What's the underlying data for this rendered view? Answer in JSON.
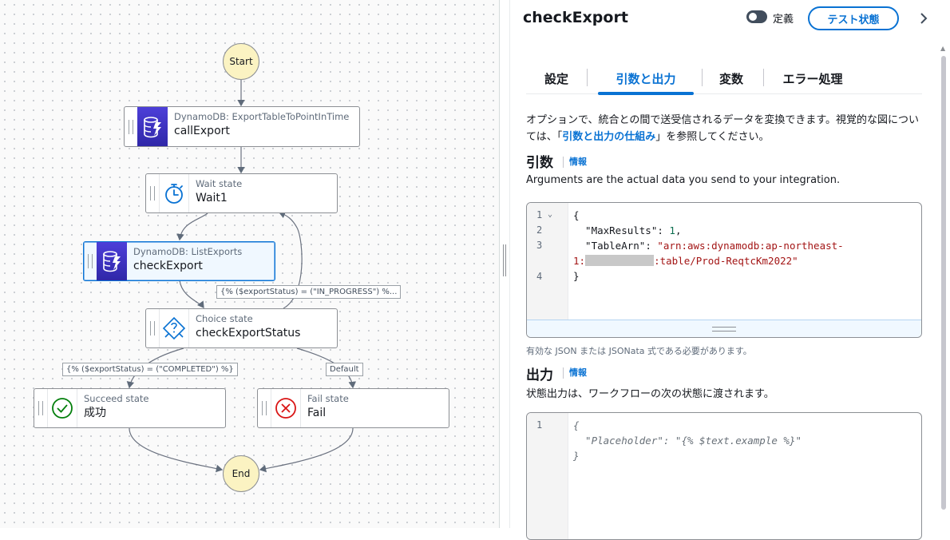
{
  "canvas": {
    "start_label": "Start",
    "end_label": "End",
    "nodes": {
      "callExport": {
        "type": "DynamoDB: ExportTableToPointInTime",
        "name": "callExport"
      },
      "wait1": {
        "type": "Wait state",
        "name": "Wait1"
      },
      "checkExport": {
        "type": "DynamoDB: ListExports",
        "name": "checkExport"
      },
      "checkExportStatus": {
        "type": "Choice state",
        "name": "checkExportStatus"
      },
      "success": {
        "type": "Succeed state",
        "name": "成功"
      },
      "fail": {
        "type": "Fail state",
        "name": "Fail"
      }
    },
    "edge_labels": {
      "in_progress": "{% ($exportStatus) = (\"IN_PROGRESS\") %...",
      "completed": "{% ($exportStatus) = (\"COMPLETED\") %}",
      "default": "Default"
    }
  },
  "panel": {
    "title": "checkExport",
    "toggle_label": "定義",
    "test_button": "テスト状態",
    "tabs": [
      "設定",
      "引数と出力",
      "変数",
      "エラー処理"
    ],
    "active_tab": "引数と出力",
    "description_1": "オプションで、統合との間で送受信されるデータを変換できます。視覚的な図については、「",
    "description_link": "引数と出力の仕組み",
    "description_2": "」を参照してください。",
    "arguments": {
      "heading": "引数",
      "info": "情報",
      "note": "Arguments are the actual data you send to your integration.",
      "lines": [
        "1",
        "2",
        "3",
        "",
        "4"
      ],
      "line1": "{",
      "line2_key": "  \"MaxResults\"",
      "line2_val": "1",
      "line3_key": "  \"TableArn\"",
      "line3_val_a": "\"arn:aws:dynamodb:ap-northeast-",
      "line3_val_b_pre": "1:",
      "line3_val_b_post": ":table/Prod-ReqtcKm2022\"",
      "line4": "}",
      "validation": "有効な JSON または JSONata 式である必要があります。"
    },
    "output": {
      "heading": "出力",
      "info": "情報",
      "note": "状態出力は、ワークフローの次の状態に渡されます。",
      "line_no": "1",
      "line1": "{",
      "line2": "  \"Placeholder\": \"{% $text.example %}\"",
      "line3": "}"
    }
  }
}
